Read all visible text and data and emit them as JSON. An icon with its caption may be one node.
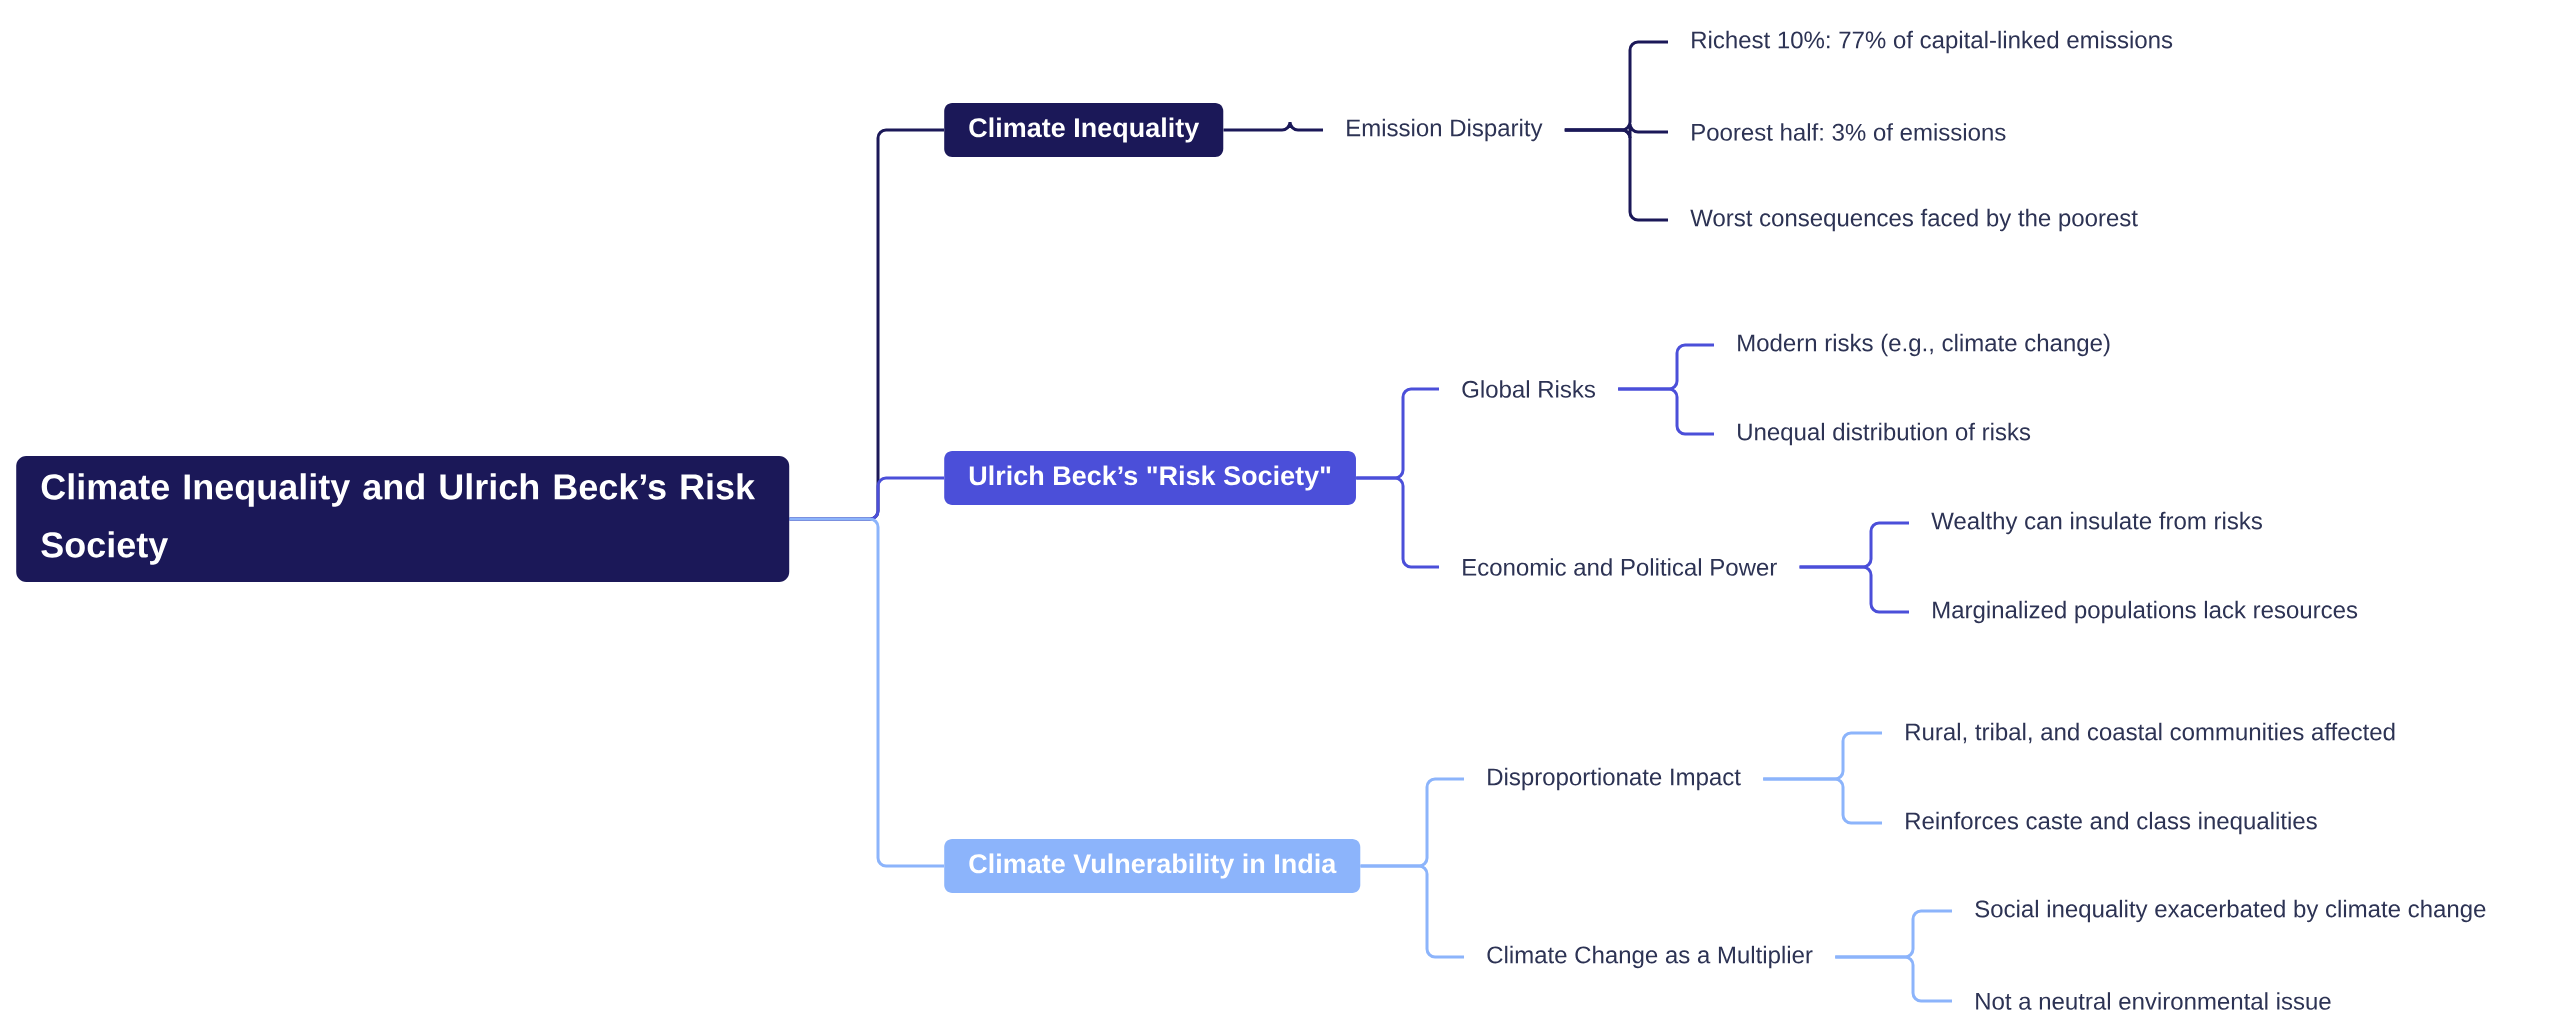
{
  "diagram": {
    "nodes": [
      {
        "text": [
          "Climate Inequality and Ulrich Beck’s Risk Society"
        ]
      },
      {
        "text": [
          "Climate Inequality"
        ]
      },
      {
        "text": [
          "Emission Disparity"
        ]
      },
      {
        "text": [
          "Richest 10%: 77% of capital-linked emissions"
        ]
      },
      {
        "text": [
          "Poorest half: 3% of emissions"
        ]
      },
      {
        "text": [
          "Worst consequences faced by the poorest"
        ]
      },
      {
        "text": [
          "Ulrich Beck’s \"Risk Society\""
        ]
      },
      {
        "text": [
          "Global Risks"
        ]
      },
      {
        "text": [
          "Modern risks (e.g., climate change)"
        ]
      },
      {
        "text": [
          "Unequal distribution of risks"
        ]
      },
      {
        "text": [
          "Economic and Political Power"
        ]
      },
      {
        "text": [
          "Wealthy can insulate from risks"
        ]
      },
      {
        "text": [
          "Marginalized populations lack resources"
        ]
      },
      {
        "text": [
          "Climate Vulnerability in India"
        ]
      },
      {
        "text": [
          "Disproportionate Impact"
        ]
      },
      {
        "text": [
          "Rural, tribal, and coastal communities affected"
        ]
      },
      {
        "text": [
          "Reinforces caste and class inequalities"
        ]
      },
      {
        "text": [
          "Climate Change as a Multiplier"
        ]
      },
      {
        "text": [
          "Social inequality exacerbated by climate change"
        ]
      },
      {
        "text": [
          "Not a neutral environmental issue"
        ]
      }
    ],
    "edges": [
      {
        "from": 0,
        "to": 1,
        "arrow": "none",
        "color": "#1b1858"
      },
      {
        "from": 1,
        "to": 2,
        "arrow": "none",
        "color": "#1b1858"
      },
      {
        "from": 2,
        "to": 3,
        "arrow": "none",
        "color": "#1b1858"
      },
      {
        "from": 2,
        "to": 4,
        "arrow": "none",
        "color": "#1b1858"
      },
      {
        "from": 2,
        "to": 5,
        "arrow": "none",
        "color": "#1b1858"
      },
      {
        "from": 0,
        "to": 6,
        "arrow": "none",
        "color": "#4b4fd9"
      },
      {
        "from": 6,
        "to": 7,
        "arrow": "none",
        "color": "#4b4fd9"
      },
      {
        "from": 7,
        "to": 8,
        "arrow": "none",
        "color": "#4b4fd9"
      },
      {
        "from": 7,
        "to": 9,
        "arrow": "none",
        "color": "#4b4fd9"
      },
      {
        "from": 6,
        "to": 10,
        "arrow": "none",
        "color": "#4b4fd9"
      },
      {
        "from": 10,
        "to": 11,
        "arrow": "none",
        "color": "#4b4fd9"
      },
      {
        "from": 10,
        "to": 12,
        "arrow": "none",
        "color": "#4b4fd9"
      },
      {
        "from": 0,
        "to": 13,
        "arrow": "none",
        "color": "#8cb4fb"
      },
      {
        "from": 13,
        "to": 14,
        "arrow": "none",
        "color": "#8cb4fb"
      },
      {
        "from": 14,
        "to": 15,
        "arrow": "none",
        "color": "#8cb4fb"
      },
      {
        "from": 14,
        "to": 16,
        "arrow": "none",
        "color": "#8cb4fb"
      },
      {
        "from": 13,
        "to": 17,
        "arrow": "none",
        "color": "#8cb4fb"
      },
      {
        "from": 17,
        "to": 18,
        "arrow": "none",
        "color": "#8cb4fb"
      },
      {
        "from": 17,
        "to": 19,
        "arrow": "none",
        "color": "#8cb4fb"
      }
    ]
  }
}
